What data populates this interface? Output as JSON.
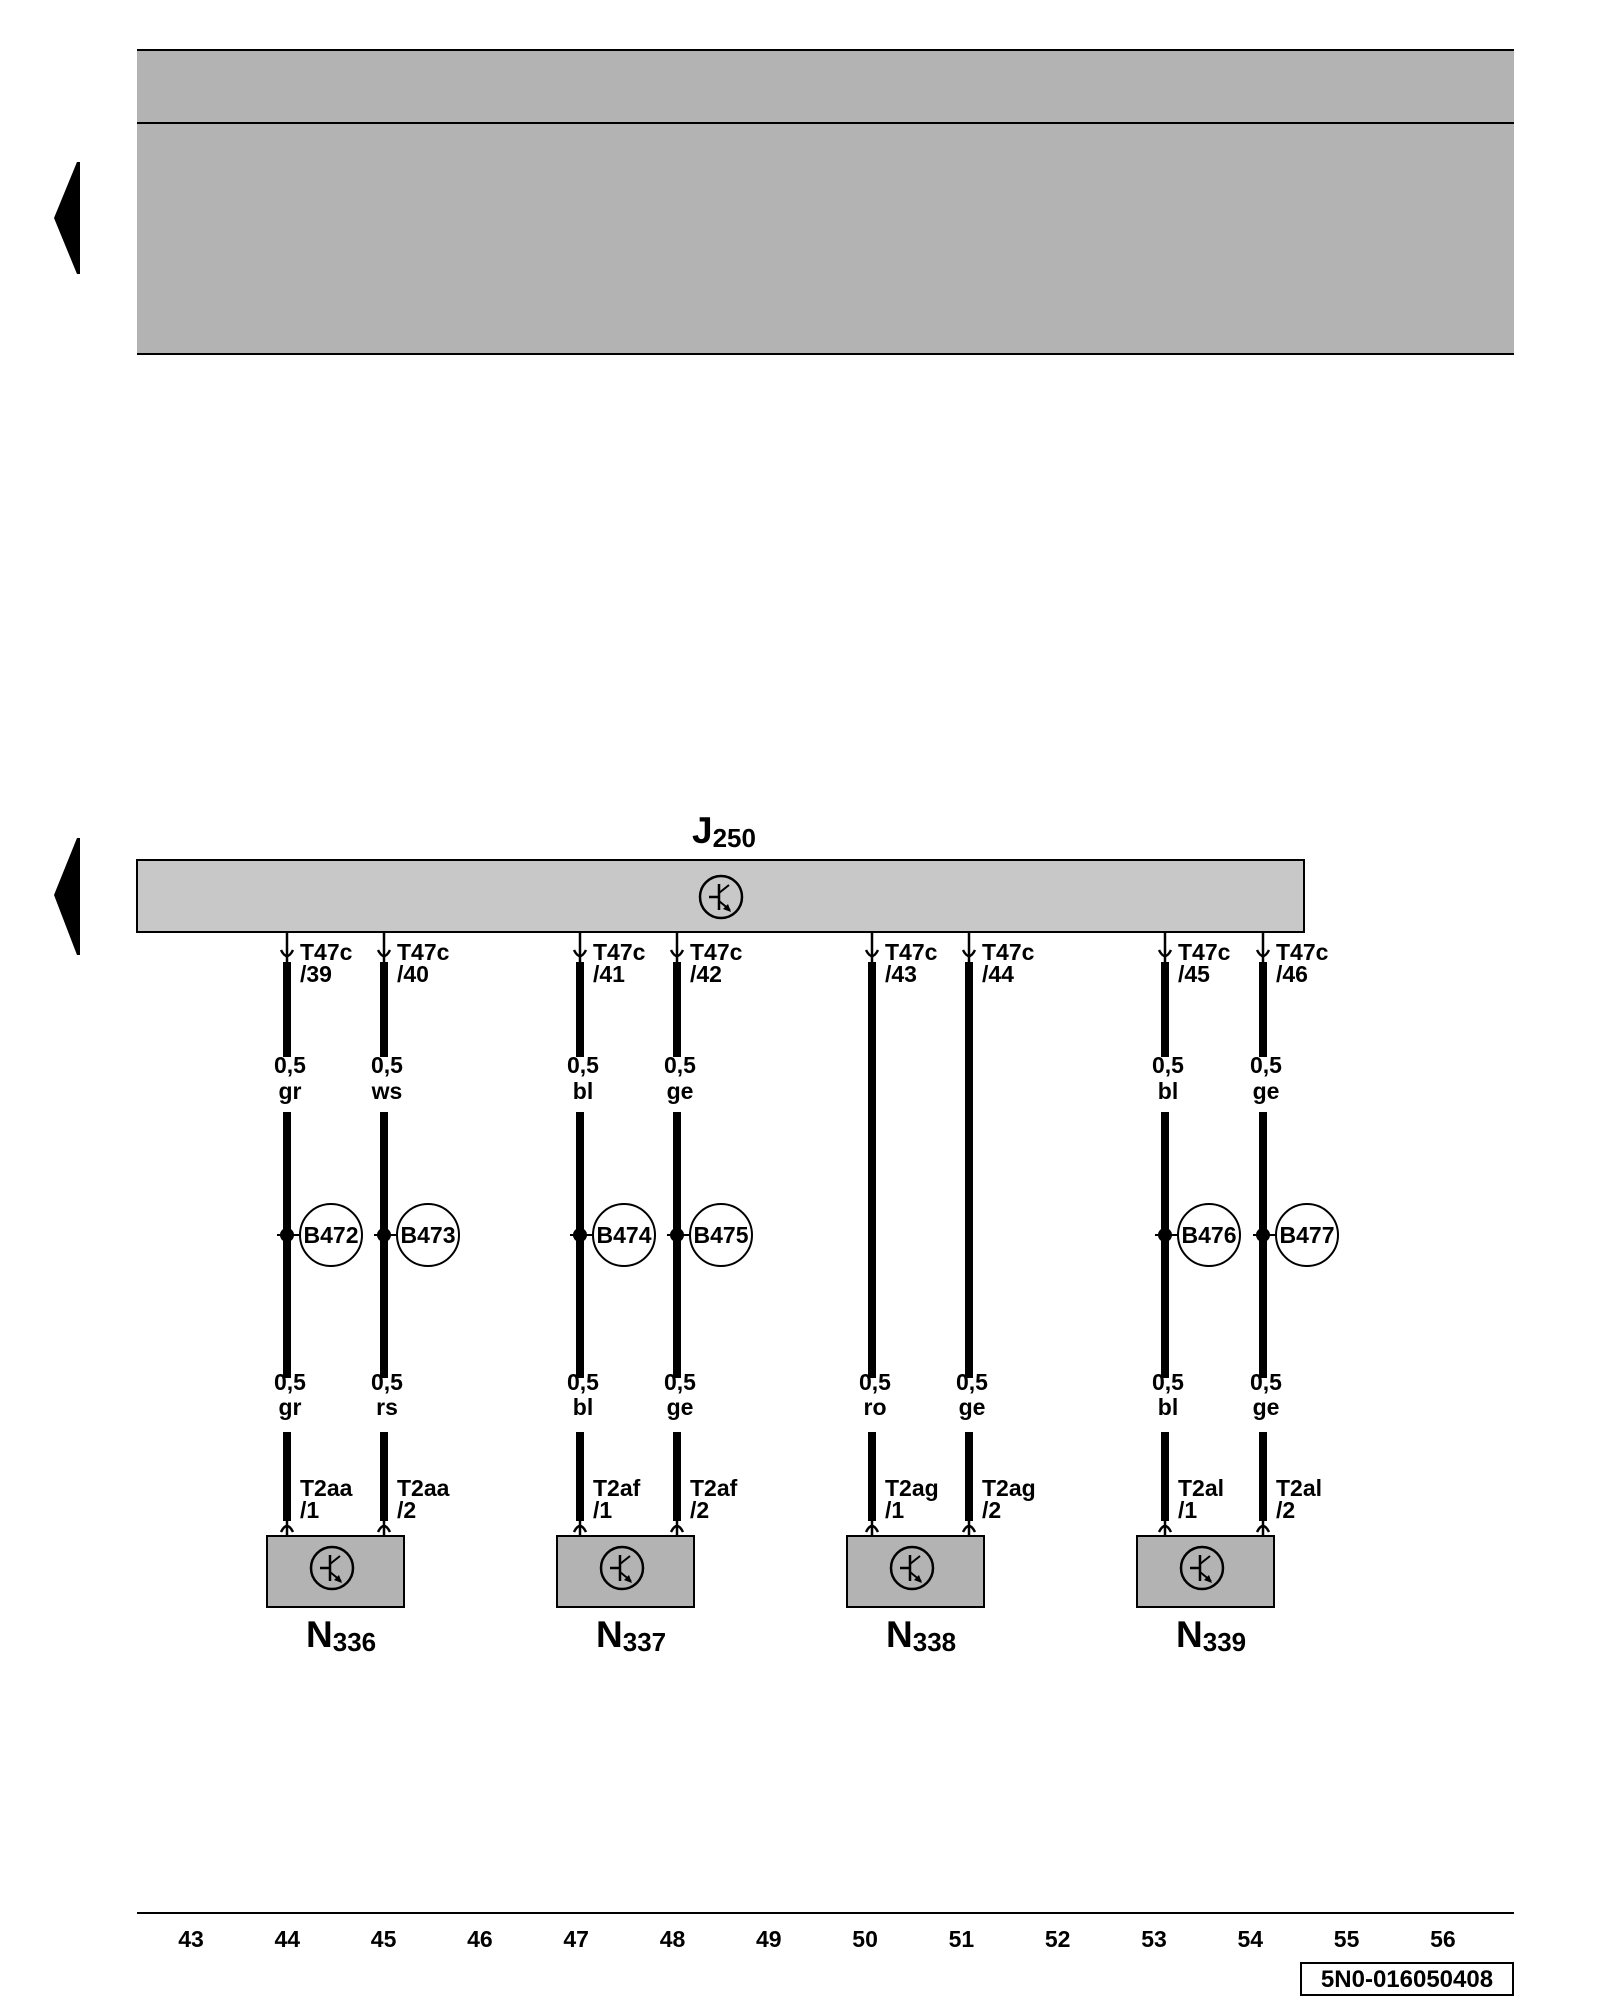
{
  "control_unit": {
    "name": "J",
    "subscript": "250",
    "icon": "electronic-symbol-icon"
  },
  "wires": [
    {
      "conn_top": "T47c",
      "pin_top": "/39",
      "size_top": "0,5",
      "color_top": "gr",
      "splice": "B472",
      "size_bot": "0,5",
      "color_bot": "gr",
      "conn_bot": "T2aa",
      "pin_bot": "/1"
    },
    {
      "conn_top": "T47c",
      "pin_top": "/40",
      "size_top": "0,5",
      "color_top": "ws",
      "splice": "B473",
      "size_bot": "0,5",
      "color_bot": "rs",
      "conn_bot": "T2aa",
      "pin_bot": "/2"
    },
    {
      "conn_top": "T47c",
      "pin_top": "/41",
      "size_top": "0,5",
      "color_top": "bl",
      "splice": "B474",
      "size_bot": "0,5",
      "color_bot": "bl",
      "conn_bot": "T2af",
      "pin_bot": "/1"
    },
    {
      "conn_top": "T47c",
      "pin_top": "/42",
      "size_top": "0,5",
      "color_top": "ge",
      "splice": "B475",
      "size_bot": "0,5",
      "color_bot": "ge",
      "conn_bot": "T2af",
      "pin_bot": "/2"
    },
    {
      "conn_top": "T47c",
      "pin_top": "/43",
      "size_top": "",
      "color_top": "",
      "splice": "",
      "size_bot": "0,5",
      "color_bot": "ro",
      "conn_bot": "T2ag",
      "pin_bot": "/1"
    },
    {
      "conn_top": "T47c",
      "pin_top": "/44",
      "size_top": "",
      "color_top": "",
      "splice": "",
      "size_bot": "0,5",
      "color_bot": "ge",
      "conn_bot": "T2ag",
      "pin_bot": "/2"
    },
    {
      "conn_top": "T47c",
      "pin_top": "/45",
      "size_top": "0,5",
      "color_top": "bl",
      "splice": "B476",
      "size_bot": "0,5",
      "color_bot": "bl",
      "conn_bot": "T2al",
      "pin_bot": "/1"
    },
    {
      "conn_top": "T47c",
      "pin_top": "/46",
      "size_top": "0,5",
      "color_top": "ge",
      "splice": "B477",
      "size_bot": "0,5",
      "color_bot": "ge",
      "conn_bot": "T2al",
      "pin_bot": "/2"
    }
  ],
  "components": [
    {
      "name": "N",
      "subscript": "336",
      "icon": "electronic-symbol-icon"
    },
    {
      "name": "N",
      "subscript": "337",
      "icon": "electronic-symbol-icon"
    },
    {
      "name": "N",
      "subscript": "338",
      "icon": "electronic-symbol-icon"
    },
    {
      "name": "N",
      "subscript": "339",
      "icon": "electronic-symbol-icon"
    }
  ],
  "track_numbers": [
    "43",
    "44",
    "45",
    "46",
    "47",
    "48",
    "49",
    "50",
    "51",
    "52",
    "53",
    "54",
    "55",
    "56"
  ],
  "document_ref": "5N0-016050408",
  "colors": {
    "panel_gray": "#b3b3b3",
    "line": "#000000",
    "background": "#ffffff"
  },
  "icons": [
    "page-marker-arrow-icon",
    "electronic-symbol-icon"
  ]
}
